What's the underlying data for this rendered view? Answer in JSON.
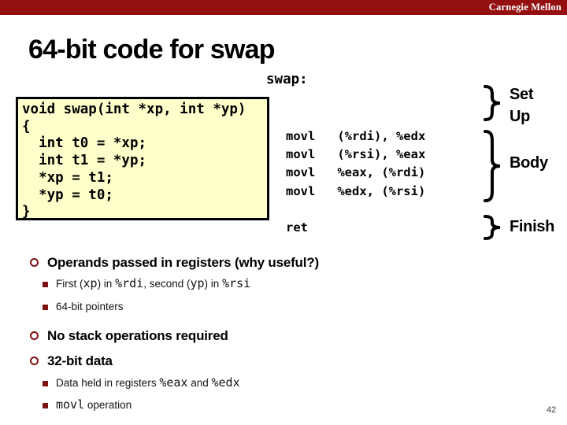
{
  "header": {
    "brand": "Carnegie Mellon"
  },
  "title": "64-bit code for swap",
  "c_code": {
    "code": "void swap(int *xp, int *yp)\n{\n  int t0 = *xp;\n  int t1 = *yp;\n  *xp = t1;\n  *yp = t0;\n}"
  },
  "assembly": {
    "label": "swap:",
    "instructions": "movl   (%rdi), %edx\nmovl   (%rsi), %eax\nmovl   %eax, (%rdi)\nmovl   %edx, (%rsi)\n\nret"
  },
  "annotations": {
    "setup": {
      "line1": "Set",
      "line2": "Up"
    },
    "body": {
      "label": "Body"
    },
    "finish": {
      "label": "Finish"
    }
  },
  "bullets": [
    {
      "level": 1,
      "segments": [
        {
          "t": "Operands passed in registers (why useful?)",
          "code": false
        }
      ]
    },
    {
      "level": 2,
      "segments": [
        {
          "t": "First (",
          "code": false
        },
        {
          "t": "xp",
          "code": true
        },
        {
          "t": ") in ",
          "code": false
        },
        {
          "t": "%rdi",
          "code": true
        },
        {
          "t": ", second (",
          "code": false
        },
        {
          "t": "yp",
          "code": true
        },
        {
          "t": ") in ",
          "code": false
        },
        {
          "t": "%rsi",
          "code": true
        }
      ]
    },
    {
      "level": 2,
      "segments": [
        {
          "t": "64-bit pointers",
          "code": false
        }
      ]
    },
    {
      "level": 1,
      "segments": [
        {
          "t": "No stack operations required",
          "code": false
        }
      ]
    },
    {
      "level": 1,
      "segments": [
        {
          "t": "32-bit data",
          "code": false
        }
      ]
    },
    {
      "level": 2,
      "segments": [
        {
          "t": "Data held in registers ",
          "code": false
        },
        {
          "t": "%eax",
          "code": true
        },
        {
          "t": " and ",
          "code": false
        },
        {
          "t": "%edx",
          "code": true
        }
      ]
    },
    {
      "level": 2,
      "segments": [
        {
          "t": "movl",
          "code": true
        },
        {
          "t": " operation",
          "code": false
        }
      ]
    }
  ],
  "page_number": "42",
  "colors": {
    "bar_red": "#940f10",
    "bullet_red": "#7d1214",
    "code_box_bg": "#ffffcc"
  }
}
